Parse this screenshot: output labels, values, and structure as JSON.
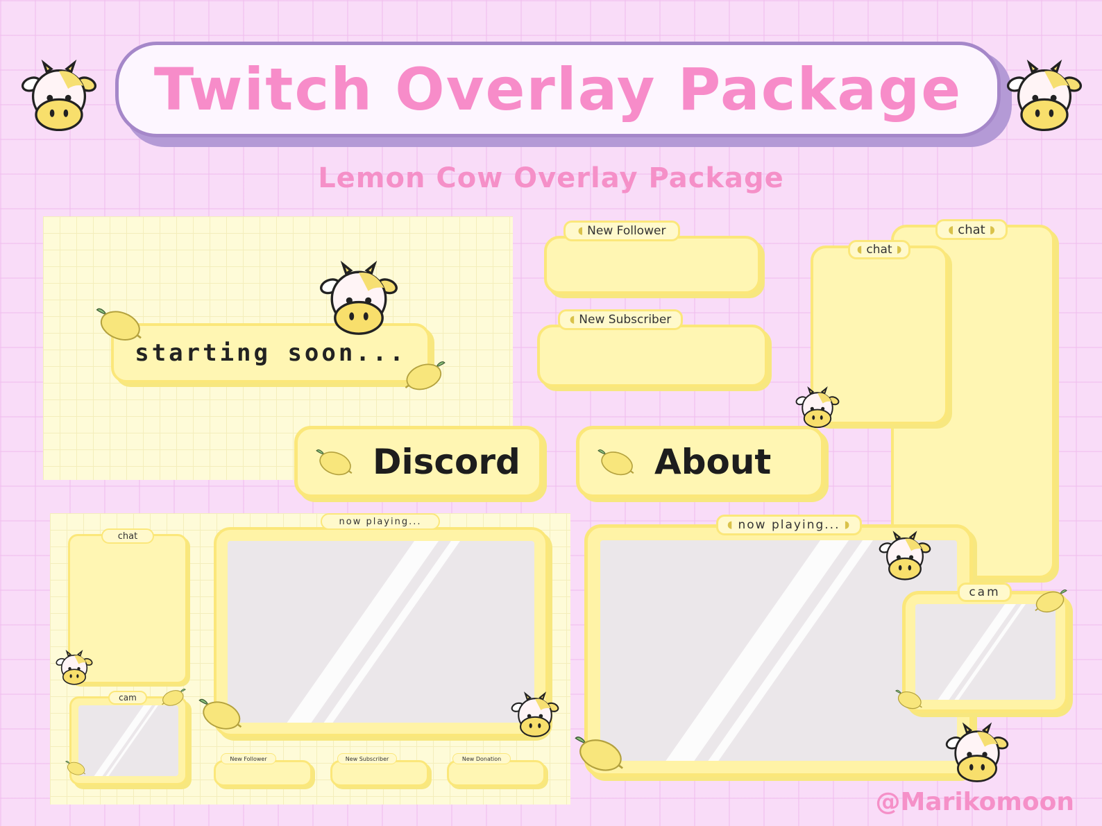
{
  "header": {
    "title": "Twitch Overlay Package",
    "subtitle": "Lemon Cow Overlay Package"
  },
  "credit": "@Marikomoon",
  "starting_screen": {
    "text": "starting soon..."
  },
  "panels": {
    "discord": "Discord",
    "about": "About"
  },
  "alerts": {
    "new_follower": "New Follower",
    "new_subscriber": "New Subscriber"
  },
  "chat_tab_large": "chat",
  "chat_tab_small": "chat",
  "now_playing_right": "now playing...",
  "cam_right": "cam",
  "bottom_screen": {
    "chat": "chat",
    "now_playing": "now playing...",
    "cam": "cam",
    "new_follower": "New Follower",
    "new_subscriber": "New Subscriber",
    "new_donation": "New Donation"
  },
  "colors": {
    "background": "#f9dcf8",
    "title_pink": "#f78cc9",
    "banner_border": "#a587c9",
    "box_yellow": "#fff6b3",
    "box_border": "#fbe77a"
  },
  "icons": [
    "cow-mascot-icon",
    "lemon-icon"
  ]
}
